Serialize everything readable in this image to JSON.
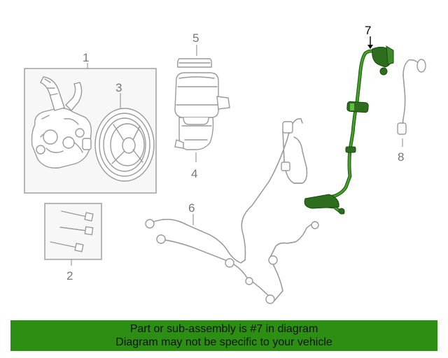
{
  "diagram": {
    "highlight_color": "#2c8f14",
    "callouts": {
      "c1": "1",
      "c2": "2",
      "c3": "3",
      "c4": "4",
      "c5": "5",
      "c6": "6",
      "c7": "7",
      "c8": "8"
    }
  },
  "banner": {
    "line1": "Part or sub-assembly is #7 in diagram",
    "line2": "Diagram may not be specific to your vehicle"
  }
}
